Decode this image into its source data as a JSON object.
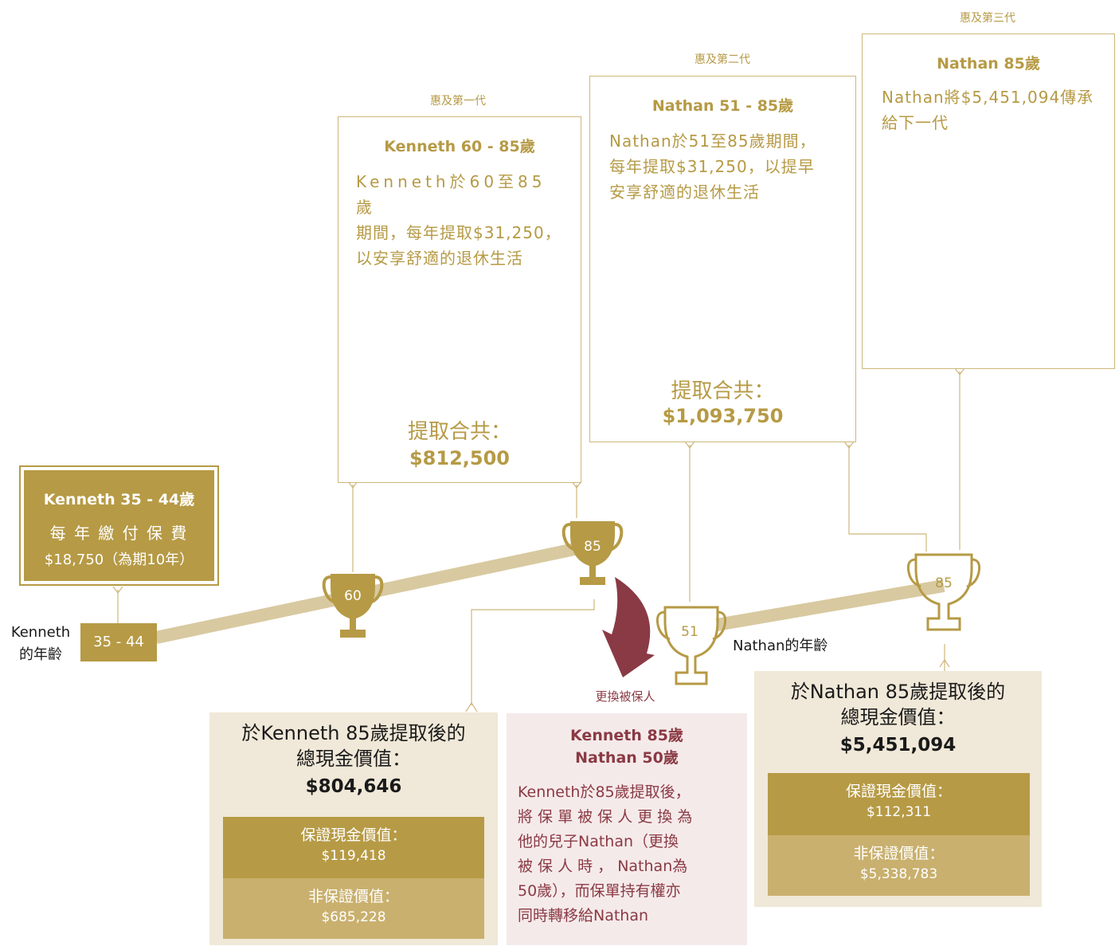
{
  "generations": {
    "g1": "惠及第一代",
    "g2": "惠及第二代",
    "g3": "惠及第三代"
  },
  "card_k_pay": {
    "title": "Kenneth 35 - 44歲",
    "line1": "每 年 繳 付 保 費",
    "line2": "$18,750（為期10年）"
  },
  "card_k_withdraw": {
    "title": "Kenneth 60 - 85歲",
    "desc1": "Kenneth於60至85歲",
    "desc2": "期間，每年提取$31,250，",
    "desc3": "以安享舒適的退休生活",
    "total_label": "提取合共：",
    "total_value": "$812,500",
    "icon": "rocking-chair-icon"
  },
  "card_n_withdraw": {
    "title": "Nathan 51 - 85歲",
    "desc1": "Nathan於51至85歲期間，",
    "desc2": "每年提取$31,250，以提早",
    "desc3": "安享舒適的退休生活",
    "total_label": "提取合共：",
    "total_value": "$1,093,750",
    "icon": "rocking-chair-icon"
  },
  "card_n_legacy": {
    "title": "Nathan 85歲",
    "desc1": "Nathan將$5,451,094傳承",
    "desc2": "給下一代",
    "icon": "money-bag-icon"
  },
  "timeline": {
    "kenneth_age_label1": "Kenneth",
    "kenneth_age_label2": "的年齡",
    "start_box": "35 - 44",
    "nathan_age_label": "Nathan的年齡",
    "trophies": [
      "60",
      "85",
      "51",
      "85"
    ],
    "change_label": "更換被保人"
  },
  "panel_k": {
    "title1": "於Kenneth 85歲提取後的",
    "title2": "總現金價值：",
    "value": "$804,646",
    "guaranteed_label": "保證現金價值：",
    "guaranteed_value": "$119,418",
    "non_guaranteed_label": "非保證價值：",
    "non_guaranteed_value": "$685,228"
  },
  "panel_change": {
    "title1": "Kenneth 85歲",
    "title2": "Nathan 50歲",
    "l1": "Kenneth於85歲提取後，",
    "l2": "將 保 單 被 保 人 更 換 為",
    "l3": "他的兒子Nathan（更換",
    "l4": "被 保 人 時 ， Nathan為",
    "l5": "50歲），而保單持有權亦",
    "l6": "同時轉移給Nathan"
  },
  "panel_n": {
    "title1": "於Nathan 85歲提取後的",
    "title2": "總現金價值：",
    "value": "$5,451,094",
    "guaranteed_label": "保證現金價值：",
    "guaranteed_value": "$112,311",
    "non_guaranteed_label": "非保證價值：",
    "non_guaranteed_value": "$5,338,783"
  },
  "colors": {
    "gold": "#b69a45",
    "light_gold": "#d8c9a0",
    "maroon": "#8a3a44",
    "panel_bg": "#f0e8d8",
    "change_bg": "#f5eaea"
  }
}
